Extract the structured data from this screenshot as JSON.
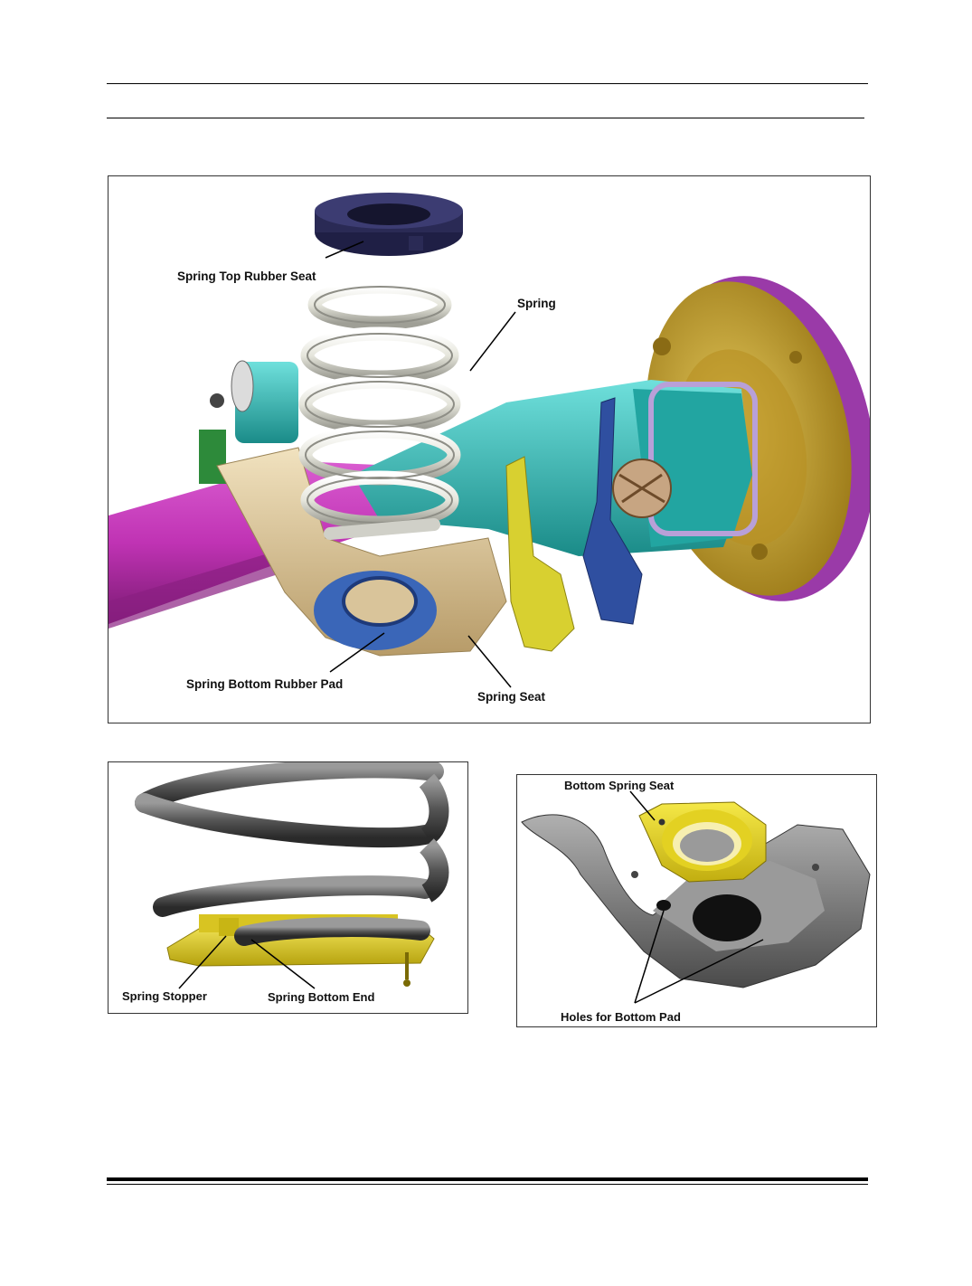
{
  "figure_main": {
    "labels": {
      "top_seat": "Spring Top Rubber Seat",
      "spring": "Spring",
      "bottom_pad": "Spring Bottom Rubber Pad",
      "spring_seat": "Spring Seat"
    }
  },
  "figure_left": {
    "labels": {
      "stopper": "Spring Stopper",
      "bottom_end": "Spring Bottom End"
    }
  },
  "figure_right": {
    "labels": {
      "bottom_seat": "Bottom Spring Seat",
      "holes": "Holes for Bottom Pad"
    }
  },
  "colors": {
    "beam": "#c033b4",
    "arm": "#2ab7b3",
    "drum": "#c8a02a",
    "drum_rim": "#9a3aa8",
    "top_seat": "#2a2a55",
    "bottom_pad": "#3a66b8",
    "bracket": "#d8d030",
    "spring_seat": "#d9c49a",
    "spring_coil": "#e8e8e0",
    "dark_coil": "#555555",
    "yellow_seat": "#e6d21e",
    "grey_seat": "#7a7a7a"
  }
}
